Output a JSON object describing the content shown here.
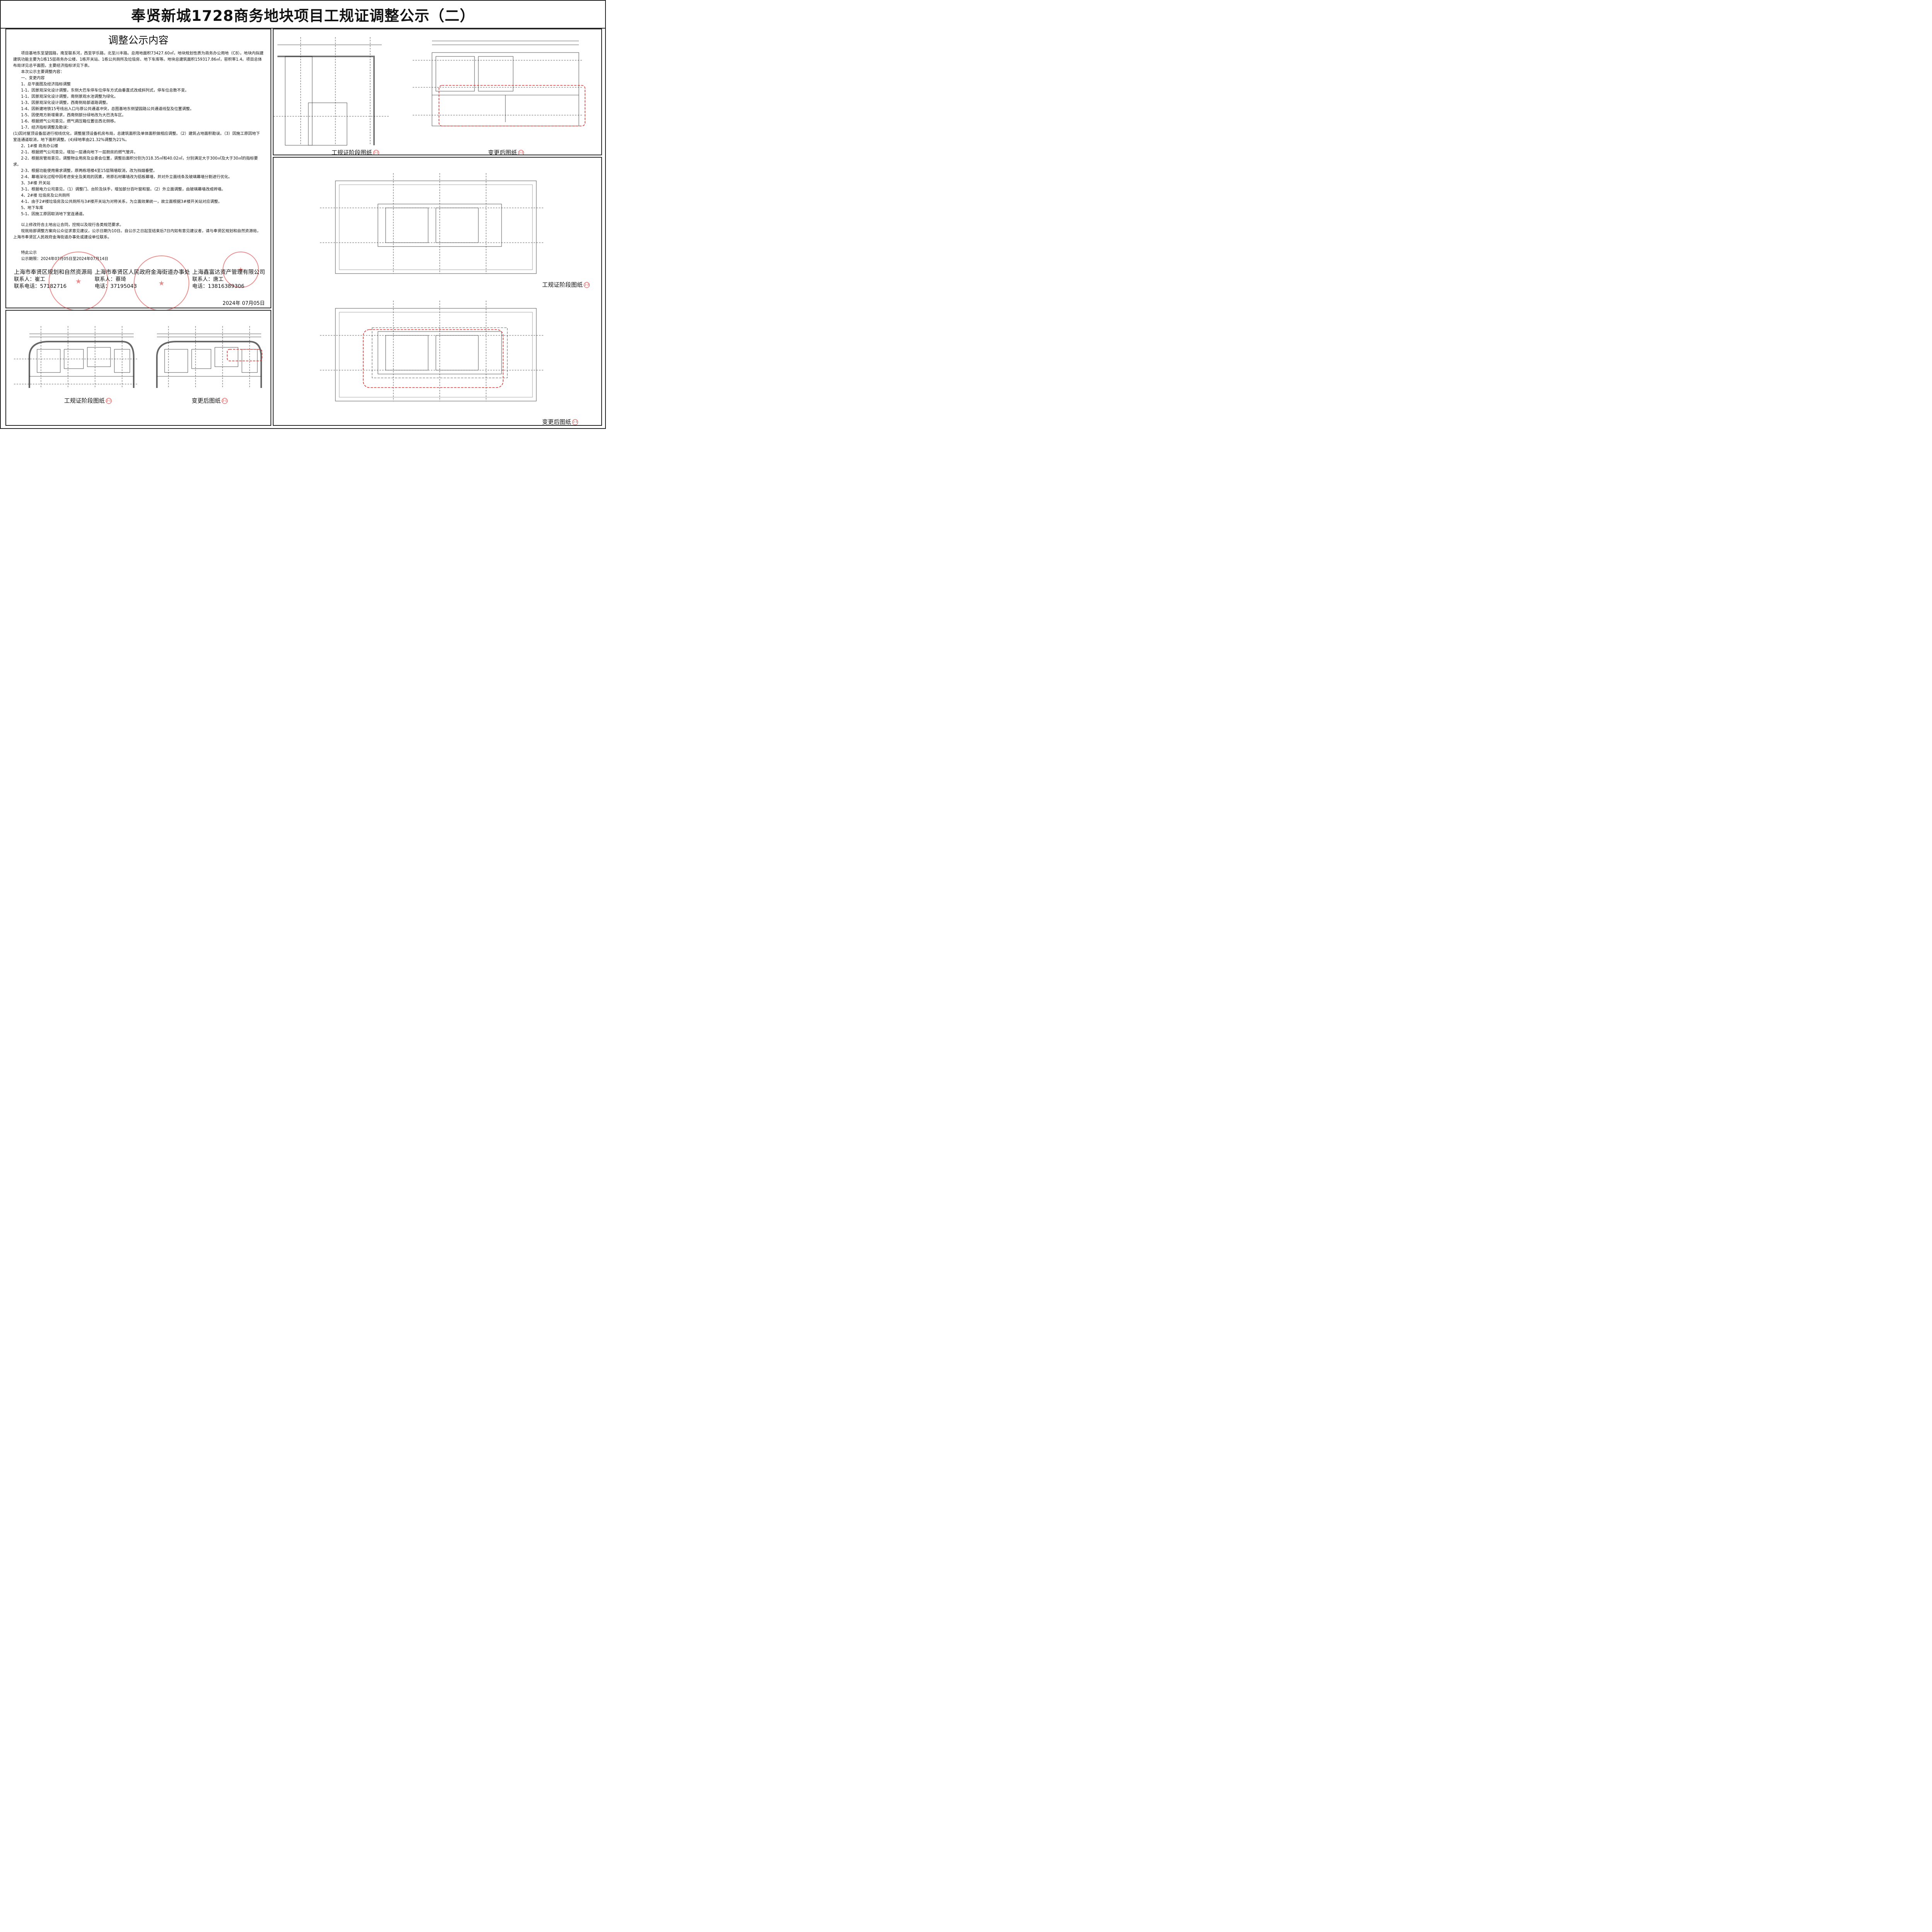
{
  "title": "奉贤新城1728商务地块项目工规证调整公示（二）",
  "notice": {
    "heading": "调整公示内容",
    "intro": "项目基地东至望园路，南至联系河，西至学乐路，北至川丰路。总用地面积73427.60㎡，地块规划性质为商务办公用地（C8）。地块内拟建建筑功能主要为1栋15层商务办公楼、1栋开关站、1栋公共厕所及垃圾房、地下车库等。地块总建筑面积159317.86㎡，容积率1.4。项目总体布局详见总平面图，主要经济指标详见下表。",
    "main_changes": "本次公示主要调整内容：",
    "lines": [
      "一、变更内容",
      "1、总平面图及经济指标调整",
      "1-1、因景观深化设计调整，东侧大巴车停车位停车方式由垂直式改成斜列式，停车位总数不变。",
      "1-1、因景观深化设计调整，南侧景观水池调整为绿化。",
      "1-3、因景观深化设计调整，西南侧局部道路调整。",
      "1-4、因新建地铁15号线出入口与原公共通道冲突，总图基地东侧望园路公共通道线型及位置调整。",
      "1-5、因使用方新增需求，西南侧部分绿地改为大巴洗车区。",
      "1-6、根据燃气公司意见，燃气调压箱位置往西北侧移。",
      "1-7、经济指标调整及勘误：",
      "(1)因对屋顶设备层进行视线优化，调整屋顶设备机房布局，总建筑面积及单体面积做相应调整。（2）建筑占地面积勘误。（3）因施工原因地下室连通道取消，地下面积调整。(4)绿地率由21.32%调整为21%。",
      "2、1#楼 商务办公楼",
      "2-1、根据燃气公司意见，增加一层通向地下一层厨房的燃气管井。",
      "2-2、根据房管局意见，调整物业用房及业委会位置，调整后面积分别为318.35㎡和40.02㎡，分别满足大于300㎡及大于30㎡的指标要求。",
      "2-3、根据功能使用需求调整，原两栋塔楼4至15层隔墙取消，改为挡烟垂壁。",
      "2-4、幕墙深化过程中因考虑安全及美观的因素，将原石材幕墙改为铝板幕墙，并对外立面线条及玻璃幕墙分割进行优化。",
      "3、3#楼 开关站",
      "3-1、根据电力公司意见，（1）调整门、台阶及扶手，增加部分百叶窗和窗。（2）外立面调整，由玻璃幕墙改成砖墙。",
      "4、2#楼 垃圾房及公共厕所",
      "4-1、由于2#楼垃圾房及公共厕所与3#楼开关站为对称关系，为立面效果统一，故立面根据3#楼开关站对应调整。",
      "5、地下车库",
      "5-1、因施工原因取消地下室连通道。"
    ],
    "compliance": "以上修改符合土地出让合同，控规以及现行各类规范要求。",
    "solicitation": "现就局部调整方案向公众征求意见建议，公示日期为10日。自公示之日起至结束后7日内如有意见建议者，请与奉贤区规划和自然资源局，上海市奉贤区人民政府金海街道办事处或建设单位联系。",
    "special": "特此公示",
    "period": "公示期限：2024年07月05日至2024年07月14日",
    "signatories": [
      {
        "org": "上海市奉贤区规划和自然资源局",
        "contact": "联系人：崔工",
        "phone": "联系电话：57182716"
      },
      {
        "org": "上海市奉贤区人民政府金海街道办事处",
        "contact": "联系人：蔡琦",
        "phone": "电话：37195043"
      },
      {
        "org": "上海鑫富达资产管理有限公司",
        "contact": "联系人：唐工",
        "phone": "电话：13816389306"
      }
    ],
    "date": "2024年 07月05日"
  },
  "drawings": {
    "top_left_caption": "工规证阶段图纸",
    "top_left_badge": "2-2",
    "top_right_caption": "变更后图纸",
    "top_right_badge": "2-2",
    "bottom_left_caption": "工规证阶段图纸",
    "bottom_left_badge": "2-1",
    "bottom_middle_caption": "变更后图纸",
    "bottom_middle_badge": "2-1",
    "right_upper_caption": "工规证阶段图纸",
    "right_upper_badge": "2-3",
    "right_lower_caption": "变更后图纸",
    "right_lower_badge": "2-3"
  },
  "colors": {
    "highlight": "#e03030",
    "seal": "#d83030",
    "line": "#222222"
  }
}
